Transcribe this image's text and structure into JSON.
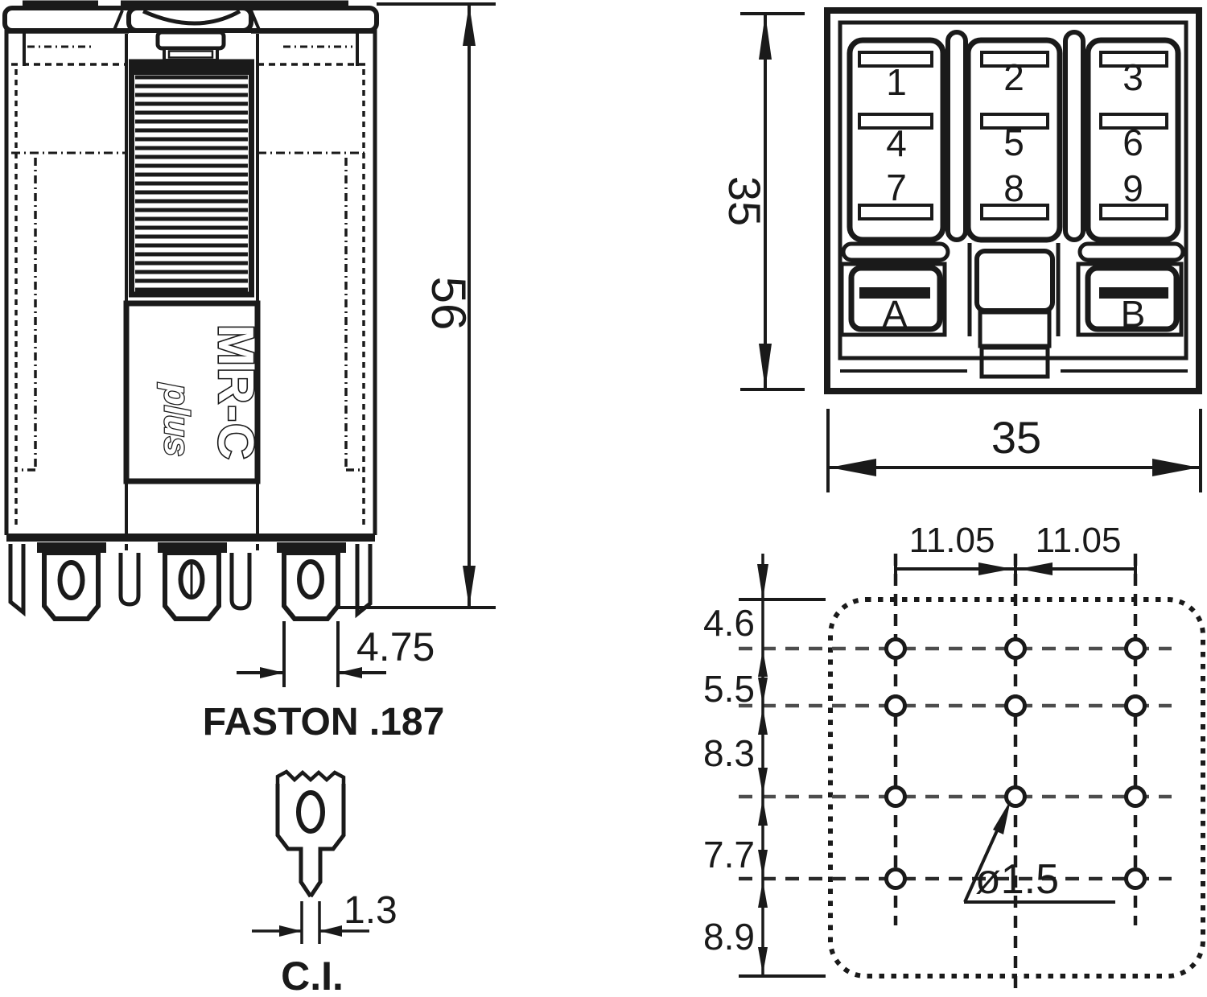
{
  "front_view": {
    "brand": "MR-C",
    "brand_sub": "plus",
    "height_dim": "56",
    "tab_width_dim": "4.75",
    "terminal_type_label": "FASTON .187",
    "pin_width_dim": "1.3",
    "pin_variant_label": "C.I."
  },
  "bottom_view": {
    "height_dim": "35",
    "width_dim": "35",
    "terminals": [
      "1",
      "2",
      "3",
      "4",
      "5",
      "6",
      "7",
      "8",
      "9"
    ],
    "coil_terminals": [
      "A",
      "B"
    ]
  },
  "footprint_view": {
    "col_pitch_left": "11.05",
    "col_pitch_right": "11.05",
    "row_dims": [
      "4.6",
      "5.5",
      "8.3",
      "7.7",
      "8.9"
    ],
    "hole_diameter": "ø1.5"
  },
  "colors": {
    "line": "#1a1a1a",
    "centerline": "#4d4d4d",
    "background": "#ffffff"
  }
}
